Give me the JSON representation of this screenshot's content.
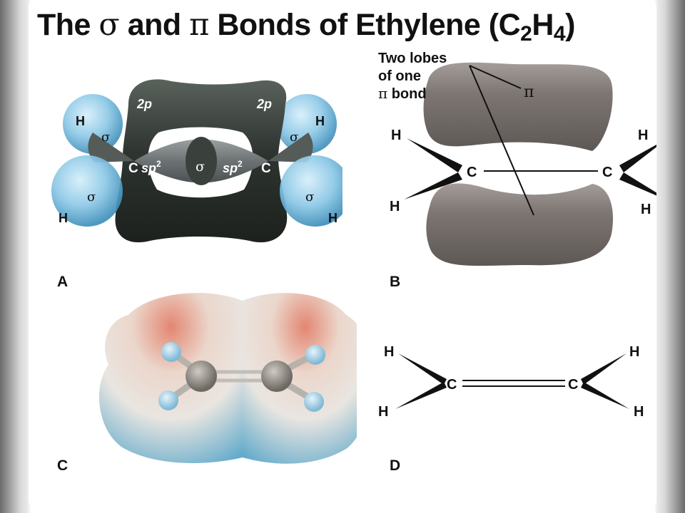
{
  "title": {
    "prefix": "The",
    "sigma": "σ",
    "and": "and",
    "pi": "π",
    "bonds_of": "Bonds of Ethylene (C",
    "sub1": "2",
    "h": "H",
    "sub2": "4",
    "close": ")"
  },
  "panel_a": {
    "label": "A",
    "hydrogen": "H",
    "carbon": "C",
    "p_orbital": "2p",
    "hybrid": "sp",
    "hybrid_sup": "2",
    "sigma": "σ"
  },
  "panel_b": {
    "label": "B",
    "annotation_line1": "Two lobes",
    "annotation_line2": "of one",
    "annotation_pi": "π",
    "annotation_bond": "bond",
    "pi_symbol": "π",
    "carbon": "C",
    "hydrogen": "H"
  },
  "panel_c": {
    "label": "C"
  },
  "panel_d": {
    "label": "D",
    "carbon": "C",
    "hydrogen": "H"
  },
  "colors": {
    "p_orbital": "#2e3430",
    "hydrogen_s": "#7cc0e2",
    "pi_lobe": "#7a7370",
    "esp_red": "#d86a52",
    "esp_blue": "#5aa6c8"
  }
}
